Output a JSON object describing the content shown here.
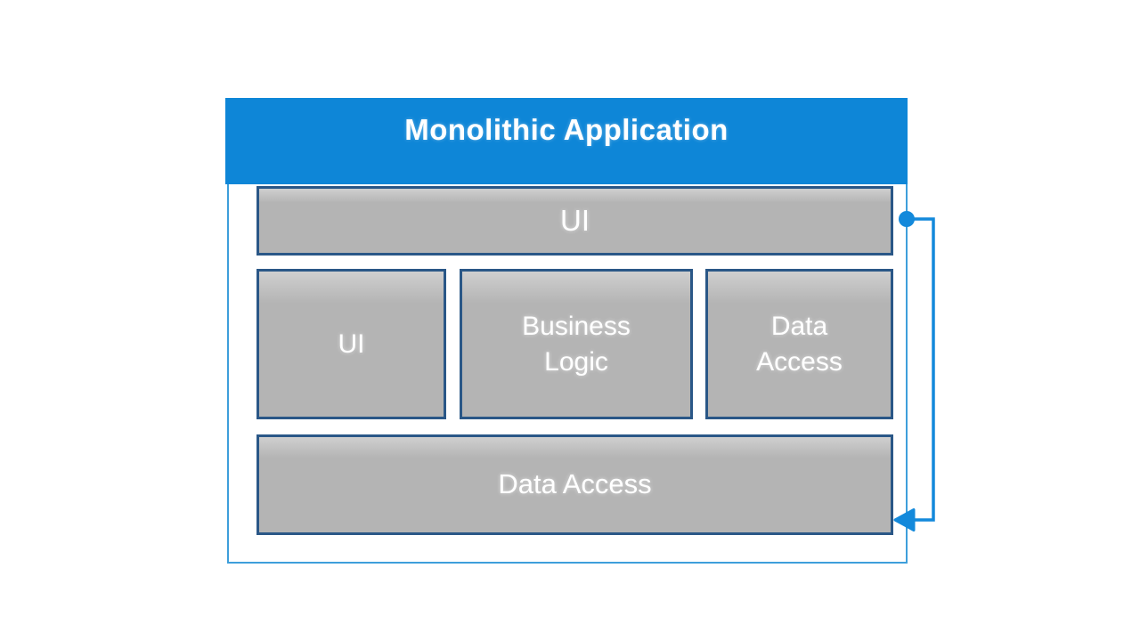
{
  "diagram": {
    "title": "Monolithic Application",
    "layers": {
      "top": {
        "label": "UI"
      },
      "middle": [
        {
          "label": "UI"
        },
        {
          "label": "Business Logic"
        },
        {
          "label": "Data Access"
        }
      ],
      "bottom": {
        "label": "Data Access"
      }
    },
    "connector": {
      "from": "UI",
      "to": "Data Access",
      "start_marker": "circle",
      "end_marker": "arrow-left"
    },
    "colors": {
      "header_blue": "#0E86D7",
      "connector_blue": "#1389DB",
      "container_border": "#3E9FDB",
      "box_border": "#2A5787",
      "box_fill": "#B4B4B4",
      "box_fill_light": "#CFCFCF",
      "label_text": "#FFFFFF",
      "background": "#FFFFFF"
    }
  }
}
